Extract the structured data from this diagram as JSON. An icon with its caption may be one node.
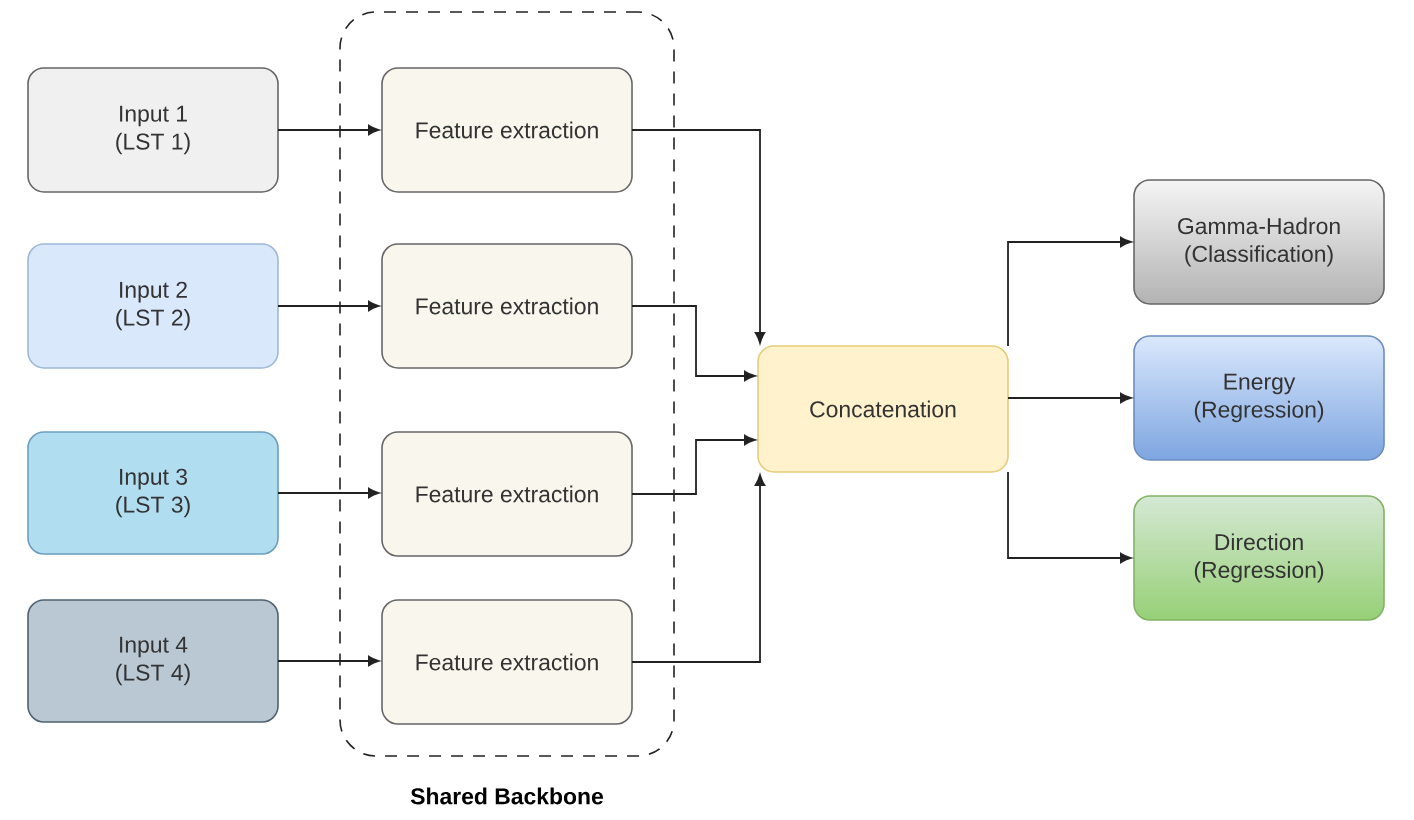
{
  "diagram": {
    "nodes": [
      {
        "text": [
          "Shared Backbone"
        ]
      },
      {
        "text": [
          "Input 1 (LST 1)"
        ]
      },
      {
        "text": [
          "Input 2 (LST 2)"
        ]
      },
      {
        "text": [
          "Input 3 (LST 3)"
        ]
      },
      {
        "text": [
          "Input 4 (LST 4)"
        ]
      },
      {
        "text": [
          "Feature extraction"
        ],
        "in": 0
      },
      {
        "text": [
          "Feature extraction"
        ],
        "in": 0
      },
      {
        "text": [
          "Feature extraction"
        ],
        "in": 0
      },
      {
        "text": [
          "Feature extraction"
        ],
        "in": 0
      },
      {
        "text": [
          "Concatenation"
        ]
      },
      {
        "text": [
          "Gamma-Hadron (Classification)"
        ]
      },
      {
        "text": [
          "Energy (Regression)"
        ]
      },
      {
        "text": [
          "Direction (Regression)"
        ]
      }
    ],
    "edges": [
      {
        "from": 1,
        "to": 5,
        "arrow": "to"
      },
      {
        "from": 2,
        "to": 6,
        "arrow": "to"
      },
      {
        "from": 3,
        "to": 7,
        "arrow": "to"
      },
      {
        "from": 4,
        "to": 8,
        "arrow": "to"
      },
      {
        "from": 5,
        "to": 9,
        "arrow": "to"
      },
      {
        "from": 6,
        "to": 9,
        "arrow": "to"
      },
      {
        "from": 7,
        "to": 9,
        "arrow": "to"
      },
      {
        "from": 8,
        "to": 9,
        "arrow": "to"
      },
      {
        "from": 9,
        "to": 10,
        "arrow": "to"
      },
      {
        "from": 9,
        "to": 11,
        "arrow": "to"
      },
      {
        "from": 9,
        "to": 12,
        "arrow": "to"
      }
    ]
  }
}
